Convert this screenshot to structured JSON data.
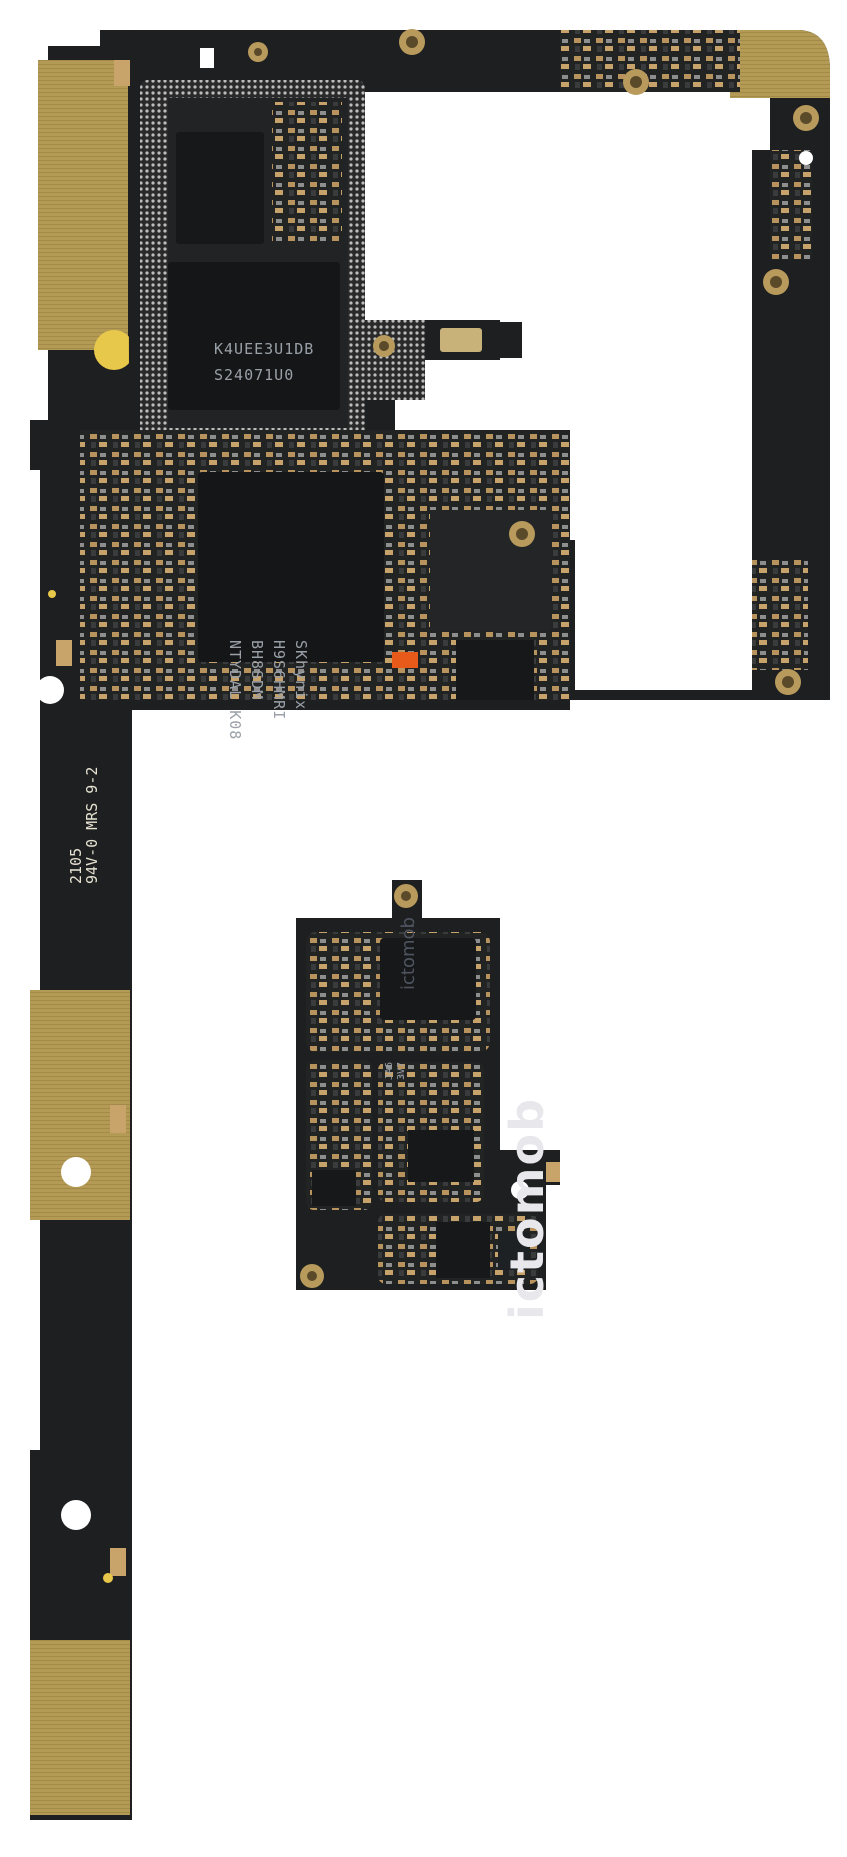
{
  "image": {
    "subject": "smartphone main logic board and sub board on white background",
    "watermark_text": "ictomob",
    "silkscreen": {
      "line1": "2105",
      "line2": "94V-0 MRS 9-2"
    },
    "ram_chip_marking": [
      "K4UEE3U1DB",
      "S24071U0"
    ],
    "flash_chip_marking": [
      "SKhynix",
      "H9S6HMRI",
      "BH8SDM",
      "NTYDAL K08"
    ],
    "sub_chip_marking": [
      "JA6",
      "3V7"
    ]
  },
  "colors": {
    "background": "#ffffff",
    "pcb": "#1e1f20",
    "pcb_edge": "#2b2b2a",
    "gold": "#b39a55",
    "gold_dark": "#8f7a3f",
    "chip": "#17181a",
    "shield_dots": "#bcbcbc",
    "component_tan": "#b08a5a",
    "component_grey": "#9a9a9a"
  }
}
